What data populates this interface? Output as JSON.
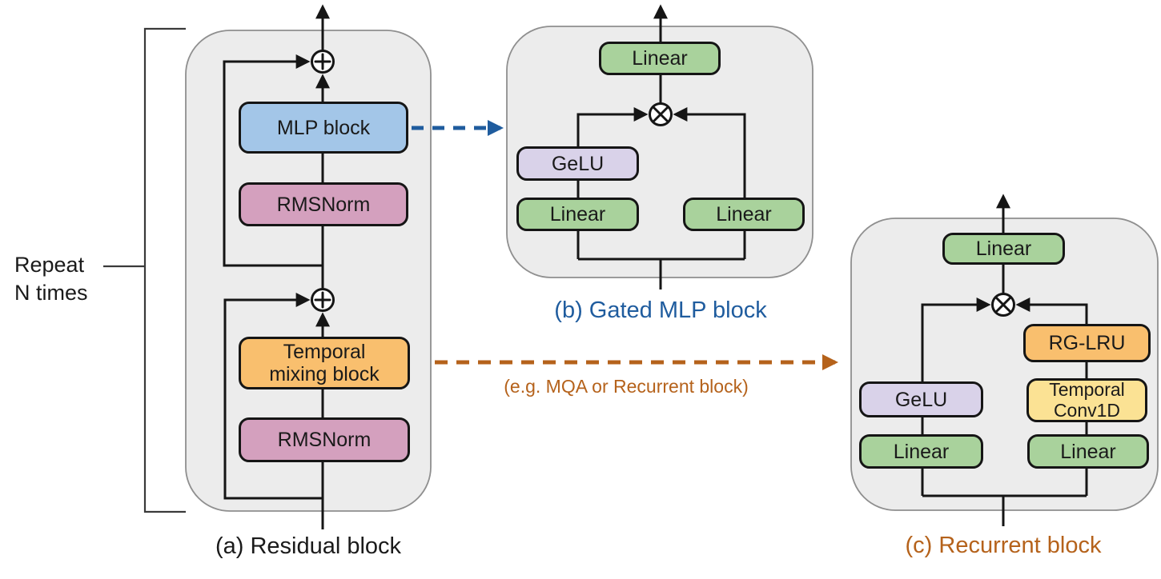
{
  "palette": {
    "container_fill": "#ECECEC",
    "container_border": "#8F8F8F",
    "stroke": "#151515",
    "blue_box": "#A3C6E8",
    "pink_box": "#D4A0BE",
    "orange_box": "#F9BF6E",
    "green_box": "#A9D29C",
    "purple_box": "#D9D2E9",
    "yellow_box": "#FBE294",
    "blue_accent": "#1F5C9E",
    "orange_accent": "#B5621B",
    "text": "#1A1A1A"
  },
  "annotations": {
    "repeat": "Repeat\nN times",
    "temporal_note": "(e.g. MQA or Recurrent block)"
  },
  "icons": {
    "add": "⊕",
    "multiply": "⊗"
  },
  "blocks": {
    "residual": {
      "caption": "(a) Residual block",
      "nodes": {
        "mlp": "MLP block",
        "rmsnorm_upper": "RMSNorm",
        "temporal_mixing": "Temporal\nmixing block",
        "rmsnorm_lower": "RMSNorm"
      }
    },
    "gated_mlp": {
      "caption": "(b) Gated MLP block",
      "nodes": {
        "linear_out": "Linear",
        "gelu": "GeLU",
        "linear_left": "Linear",
        "linear_right": "Linear"
      }
    },
    "recurrent": {
      "caption": "(c) Recurrent block",
      "nodes": {
        "linear_out": "Linear",
        "rg_lru": "RG-LRU",
        "gelu": "GeLU",
        "temporal_conv1d": "Temporal\nConv1D",
        "linear_left": "Linear",
        "linear_right": "Linear"
      }
    }
  }
}
